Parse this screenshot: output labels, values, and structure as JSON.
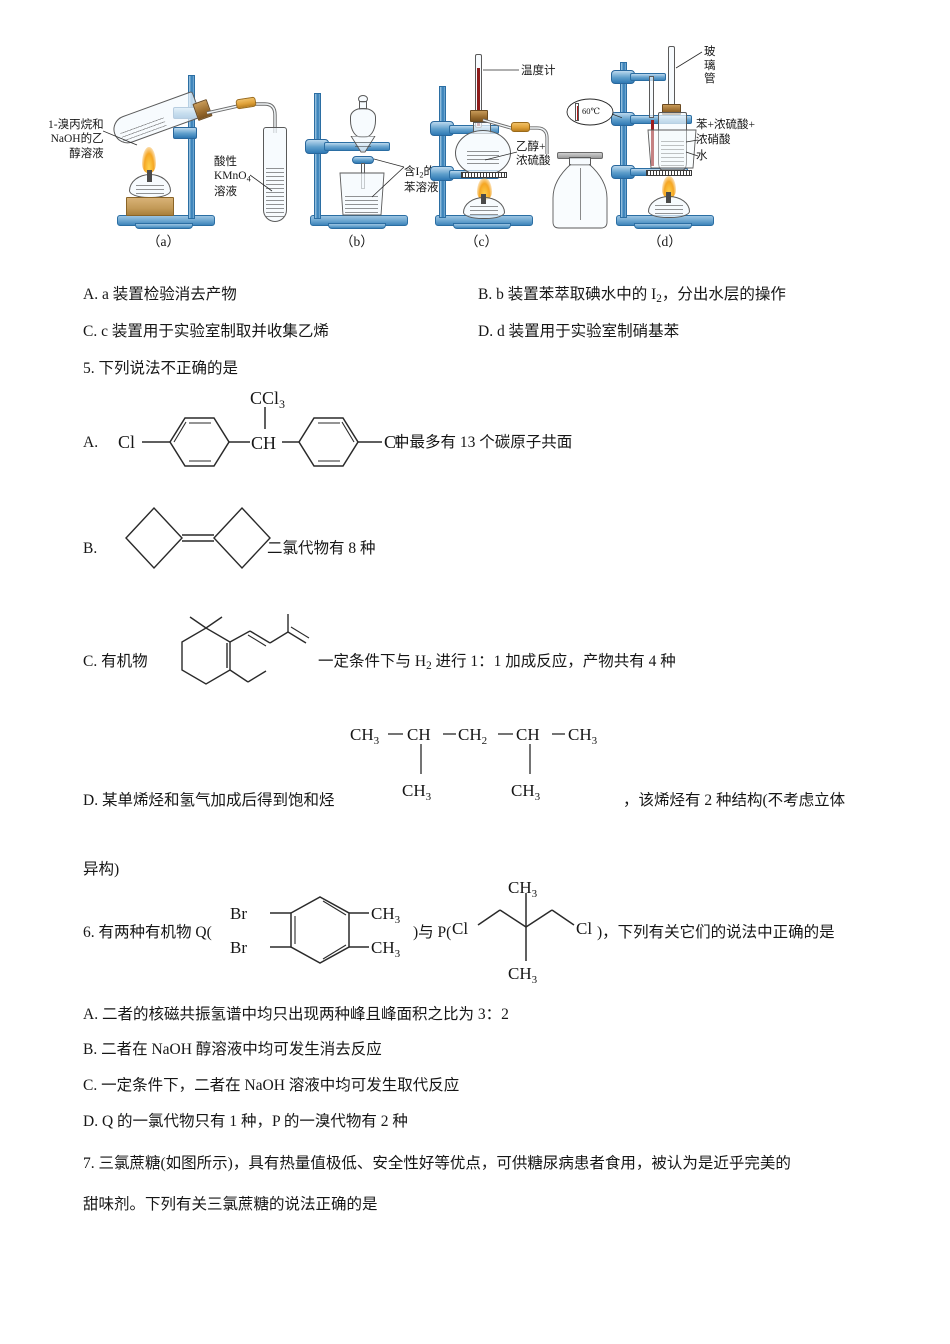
{
  "figure": {
    "apparatus": [
      {
        "caption": "（a）",
        "labels": [
          "1-溴丙烷和",
          "NaOH的乙",
          "醇溶液",
          "酸性",
          "KMnO4",
          "溶液"
        ],
        "label_left_lines": [
          "1-溴丙烷和",
          "NaOH的乙",
          "醇溶液"
        ],
        "label_right_lines": [
          "酸性",
          "KMnO",
          "溶液"
        ],
        "kmno4_sub": "4"
      },
      {
        "caption": "（b）",
        "label_lines": [
          "含I2的",
          "苯溶液"
        ],
        "line1_pre": "含I",
        "line1_sub": "2",
        "line1_post": "的",
        "line2": "苯溶液"
      },
      {
        "caption": "（c）",
        "thermometer_label": "温度计",
        "mixture_lines": [
          "乙醇+",
          "浓硫酸"
        ]
      },
      {
        "caption": "（d）",
        "glass_tube_lines": [
          "玻",
          "璃",
          "管"
        ],
        "temp_badge": "60℃",
        "right_lines": [
          "苯+浓硫酸+",
          "浓硝酸",
          "水"
        ]
      }
    ]
  },
  "q4_options": {
    "a": "A. a 装置检验消去产物",
    "b_pre": "B. b 装置苯萃取碘水中的 I",
    "b_sub": "2",
    "b_post": "，分出水层的操作",
    "c": "C. c 装置用于实验室制取并收集乙烯",
    "d": "D. d 装置用于实验室制硝基苯"
  },
  "q5": {
    "stem": "5. 下列说法不正确的是",
    "a_prefix": "A.",
    "a_suffix": "中最多有 13 个碳原子共面",
    "a_structure": {
      "type": "ddt",
      "left_atom": "Cl",
      "right_atom": "Cl",
      "top_group": "CCl",
      "top_sub": "3",
      "center_group": "CH"
    },
    "b_prefix": "B.",
    "b_suffix": "二氯代物有 8 种",
    "b_structure": {
      "type": "bicyclobutylidene"
    },
    "c_prefix": "C. 有机物",
    "c_suffix": "一定条件下与 H₂ 进行 1：1 加成反应，产物共有 4 种",
    "c_suffix_pre": "一定条件下与 H",
    "c_suffix_sub": "2",
    "c_suffix_post": " 进行 1：1 加成反应，产物共有 4 种",
    "c_structure": {
      "type": "ionone-like-polyene"
    },
    "d_prefix": "D. 某单烯烃和氢气加成后得到饱和烃",
    "d_suffix": "，该烯烃有 2 种结构(不考虑立体",
    "d_continue": "异构)",
    "d_structure": {
      "type": "chain",
      "chain": [
        "CH3",
        "CH",
        "CH2",
        "CH",
        "CH3"
      ],
      "branches": [
        "CH3",
        "CH3"
      ]
    }
  },
  "q6": {
    "stem_pre": "6. 有两种有机物 Q(",
    "stem_mid": ")与 P(",
    "stem_post": ")，下列有关它们的说法中正确的是",
    "q_structure": {
      "type": "benzene-dibromo-dimethyl",
      "left_top": "Br",
      "left_bottom": "Br",
      "right_top": "CH3",
      "right_bottom": "CH3"
    },
    "p_structure": {
      "type": "neopentyl-dichloride",
      "left": "Cl",
      "right": "Cl",
      "top": "CH3",
      "bottom": "CH3"
    },
    "options": [
      "A. 二者的核磁振氢谱中均只出现两种峰且峰面积之比为 3：2",
      "B. 二者在 NaOH 醇溶液中均可发生消去反应",
      "C. 一定条件下，二者在 NaOH 溶液中均可发生取代反应",
      "D. Q 的一氯代物只有 1 种，P 的一溴代物有 2 种"
    ],
    "option_a": "A. 二者的核磁共振氢谱中均只出现两种峰且峰面积之比为 3：2",
    "option_b": "B. 二者在 NaOH 醇溶液中均可发生消去反应",
    "option_c": "C. 一定条件下，二者在 NaOH 溶液中均可发生取代反应",
    "option_d": "D. Q 的一氯代物只有 1 种，P 的一溴代物有 2 种"
  },
  "q7": {
    "line1": "7. 三氯蔗糖(如图所示)，具有热量值极低、安全性好等优点，可供糖尿病患者食用，被认为是近乎完美的",
    "line2": "甜味剂。下列有关三氯蔗糖的说法正确的是"
  },
  "colors": {
    "stand_blue": "#3d84ba",
    "stand_blue_light": "#7fb3d8",
    "glass_stroke": "#5a5a5a",
    "cork_brown": "#9a6c2e",
    "clip_orange": "#e0a23a",
    "flame_orange": "#f5a623",
    "mercury_red": "#b01c1c",
    "text": "#161616"
  }
}
